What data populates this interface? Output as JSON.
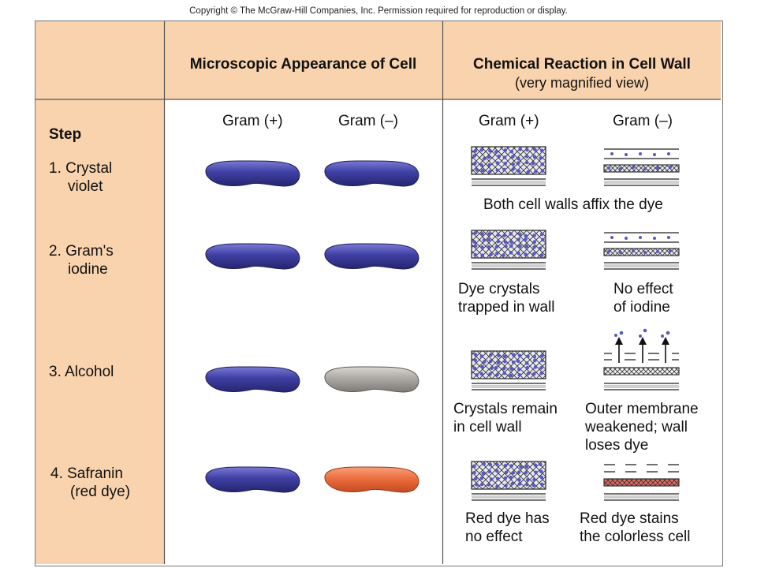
{
  "copyright": "Copyright © The McGraw-Hill Companies, Inc. Permission required for reproduction or display.",
  "headers": {
    "microscopic": "Microscopic Appearance of Cell",
    "chemical_line1": "Chemical Reaction in Cell Wall",
    "chemical_line2": "(very magnified view)"
  },
  "column_labels": {
    "micro_pos": "Gram (+)",
    "micro_neg": "Gram (–)",
    "chem_pos": "Gram (+)",
    "chem_neg": "Gram (–)"
  },
  "step_heading": "Step",
  "steps": [
    {
      "line1": "1. Crystal",
      "line2": "violet"
    },
    {
      "line1": "2. Gram's",
      "line2": "iodine"
    },
    {
      "line1": "3. Alcohol",
      "line2": ""
    },
    {
      "line1": "4. Safranin",
      "line2": "(red dye)"
    }
  ],
  "captions": {
    "step1": "Both cell walls affix the dye",
    "step2_pos": [
      "Dye crystals",
      "trapped in wall"
    ],
    "step2_neg": [
      "No effect",
      "of iodine"
    ],
    "step3_pos": [
      "Crystals remain",
      "in cell wall"
    ],
    "step3_neg": [
      "Outer membrane",
      "weakened; wall",
      "loses dye"
    ],
    "step4_pos": [
      "Red dye has",
      "no effect"
    ],
    "step4_neg": [
      "Red dye stains",
      "the colorless cell"
    ]
  },
  "colors": {
    "header_bg": "#f9d3ad",
    "step_bg": "#f9d3ad",
    "purple_cell": "#3f3fa3",
    "gray_cell": "#a29e99",
    "pink_cell": "#ea6a3a",
    "crystal_dot": "#5858c4",
    "red_layer": "#e06a62"
  }
}
